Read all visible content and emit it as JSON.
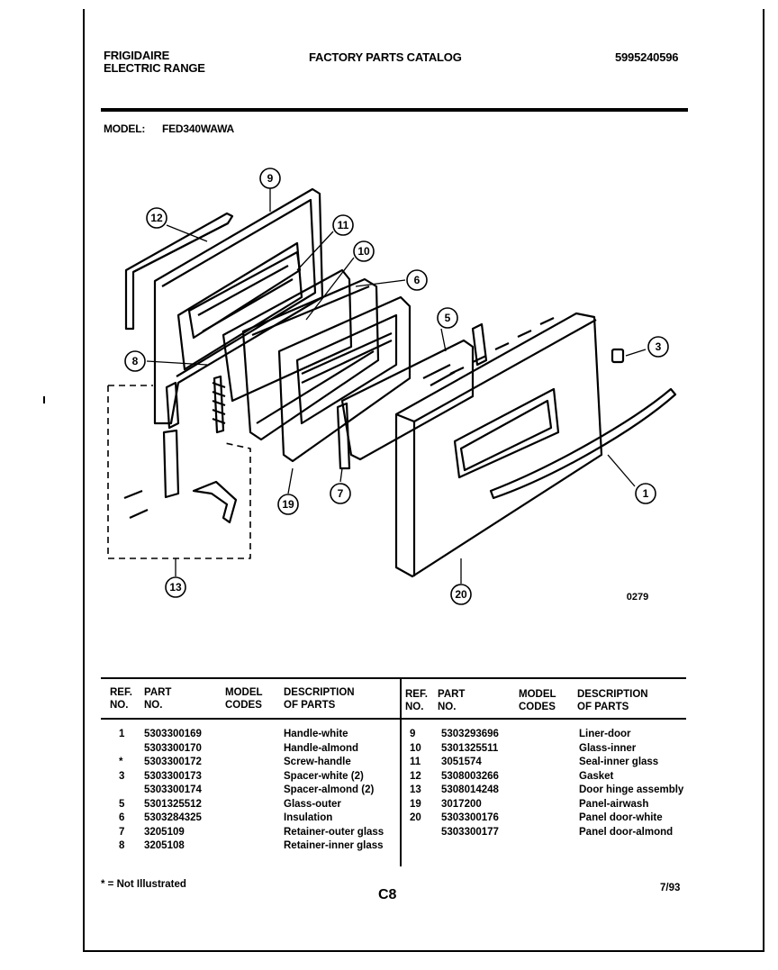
{
  "header": {
    "brand_line1": "FRIGIDAIRE",
    "brand_line2": "ELECTRIC RANGE",
    "title": "FACTORY PARTS CATALOG",
    "catalog_number": "5995240596",
    "model_label": "MODEL:",
    "model_value": "FED340WAWA"
  },
  "diagram": {
    "callouts": [
      "9",
      "12",
      "11",
      "10",
      "6",
      "8",
      "5",
      "3",
      "1",
      "19",
      "7",
      "13",
      "20"
    ],
    "figure_code": "0279"
  },
  "table": {
    "headers_left": {
      "ref": "REF.\nNO.",
      "part": "PART\nNO.",
      "model": "MODEL\nCODES",
      "desc": "DESCRIPTION\nOF PARTS"
    },
    "headers_right": {
      "ref": "REF.\nNO.",
      "part": "PART\nNO.",
      "model": "MODEL\nCODES",
      "desc": "DESCRIPTION\nOF PARTS"
    },
    "left_rows": [
      {
        "ref": "1",
        "part": "5303300169",
        "desc": "Handle-white"
      },
      {
        "ref": "",
        "part": "5303300170",
        "desc": "Handle-almond"
      },
      {
        "ref": "*",
        "part": "5303300172",
        "desc": "Screw-handle"
      },
      {
        "ref": "3",
        "part": "5303300173",
        "desc": "Spacer-white (2)"
      },
      {
        "ref": "",
        "part": "5303300174",
        "desc": "Spacer-almond (2)"
      },
      {
        "ref": "5",
        "part": "5301325512",
        "desc": "Glass-outer"
      },
      {
        "ref": "6",
        "part": "5303284325",
        "desc": "Insulation"
      },
      {
        "ref": "7",
        "part": "3205109",
        "desc": "Retainer-outer glass"
      },
      {
        "ref": "8",
        "part": "3205108",
        "desc": "Retainer-inner glass"
      }
    ],
    "right_rows": [
      {
        "ref": "9",
        "part": "5303293696",
        "desc": "Liner-door"
      },
      {
        "ref": "10",
        "part": "5301325511",
        "desc": "Glass-inner"
      },
      {
        "ref": "11",
        "part": "3051574",
        "desc": "Seal-inner glass"
      },
      {
        "ref": "12",
        "part": "5308003266",
        "desc": "Gasket"
      },
      {
        "ref": "13",
        "part": "5308014248",
        "desc": "Door hinge assembly"
      },
      {
        "ref": "19",
        "part": "3017200",
        "desc": "Panel-airwash"
      },
      {
        "ref": "20",
        "part": "5303300176",
        "desc": "Panel door-white"
      },
      {
        "ref": "",
        "part": "5303300177",
        "desc": "Panel door-almond"
      }
    ]
  },
  "footer": {
    "note": "* = Not Illustrated",
    "page": "C8",
    "date": "7/93"
  }
}
